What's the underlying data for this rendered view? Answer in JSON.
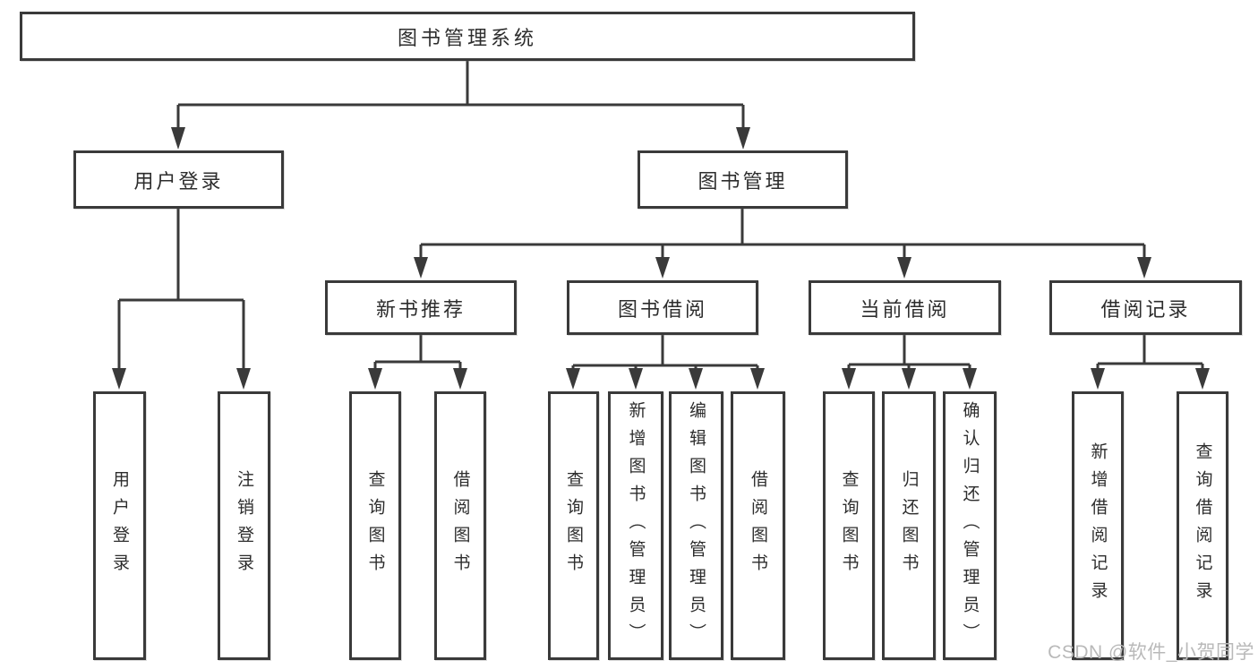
{
  "root": {
    "label": "图书管理系统"
  },
  "user_branch": {
    "label": "用户登录",
    "children": [
      {
        "label": "用户登录"
      },
      {
        "label": "注销登录"
      }
    ]
  },
  "book_branch": {
    "label": "图书管理",
    "groups": [
      {
        "label": "新书推荐",
        "children": [
          {
            "label": "查询图书"
          },
          {
            "label": "借阅图书"
          }
        ]
      },
      {
        "label": "图书借阅",
        "children": [
          {
            "label": "查询图书"
          },
          {
            "label": "新增图书（管理员）"
          },
          {
            "label": "编辑图书（管理员）"
          },
          {
            "label": "借阅图书"
          }
        ]
      },
      {
        "label": "当前借阅",
        "children": [
          {
            "label": "查询图书"
          },
          {
            "label": "归还图书"
          },
          {
            "label": "确认归还（管理员）"
          }
        ]
      },
      {
        "label": "借阅记录",
        "children": [
          {
            "label": "新增借阅记录"
          },
          {
            "label": "查询借阅记录"
          }
        ]
      }
    ]
  },
  "watermark": {
    "text": "CSDN @软件_小贺同学"
  },
  "colors": {
    "line": "#3a3a3a",
    "box_border": "#3a3a3a",
    "text": "#2d2d2d",
    "watermark": "#b9b9b9",
    "background": "#ffffff"
  }
}
